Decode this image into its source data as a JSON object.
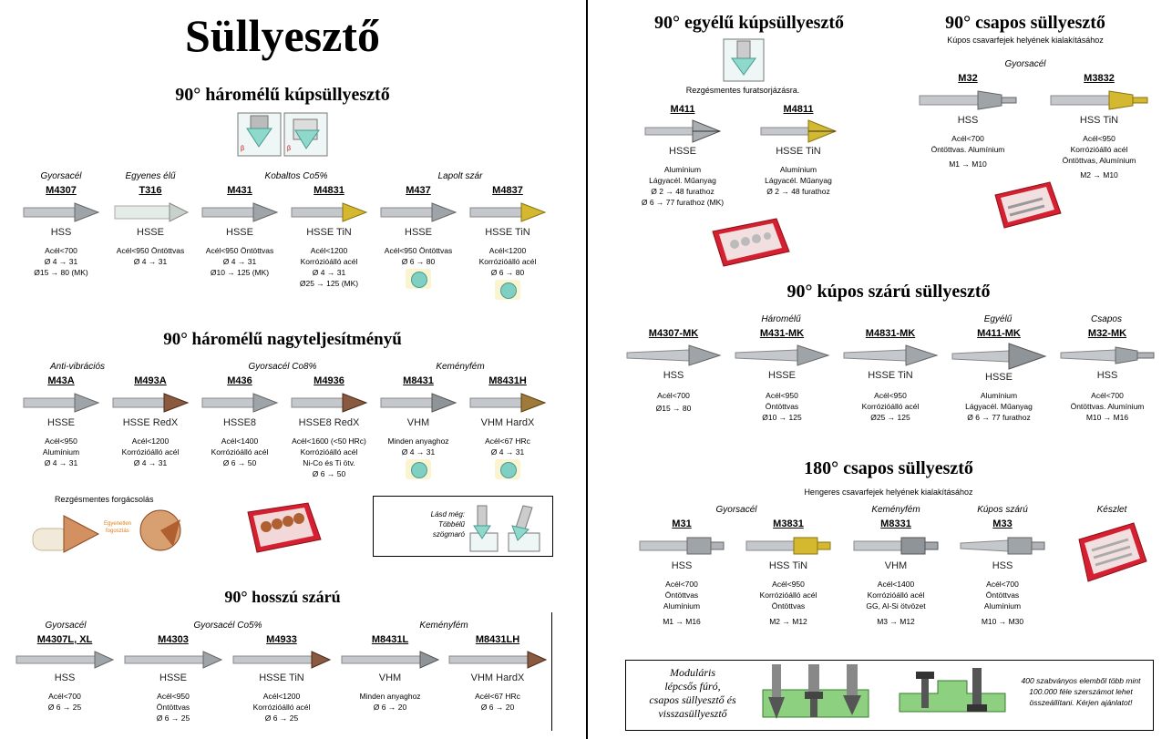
{
  "left": {
    "title": "Süllyesztő",
    "sec1": {
      "title": "90° háromélű kúpsüllyesztő",
      "cats": [
        "Gyorsacél",
        "Egyenes élű",
        "Kobaltos Co5%",
        "Lapolt szár"
      ],
      "items": [
        {
          "code": "M4307",
          "mat": "HSS",
          "specs": [
            "Acél<700",
            "Ø 4 → 31",
            "Ø15 → 80 (MK)"
          ]
        },
        {
          "code": "T316",
          "mat": "HSSE",
          "specs": [
            "Acél<950 Öntöttvas",
            "Ø 4 → 31"
          ]
        },
        {
          "code": "M431",
          "mat": "HSSE",
          "specs": [
            "Acél<950 Öntöttvas",
            "Ø 4 → 31",
            "Ø10 → 125 (MK)"
          ]
        },
        {
          "code": "M4831",
          "mat": "HSSE TiN",
          "specs": [
            "Acél<1200",
            "Korrózióálló acél",
            "Ø 4 → 31",
            "Ø25 → 125 (MK)"
          ]
        },
        {
          "code": "M437",
          "mat": "HSSE",
          "specs": [
            "Acél<950 Öntöttvas",
            "Ø 6 → 80"
          ]
        },
        {
          "code": "M4837",
          "mat": "HSSE TiN",
          "specs": [
            "Acél<1200",
            "Korrózióálló acél",
            "Ø 6 → 80"
          ]
        }
      ]
    },
    "sec2": {
      "title": "90° háromélű nagyteljesítményű",
      "cats": [
        "Anti-vibrációs",
        "Gyorsacél Co8%",
        "Keményfém"
      ],
      "items": [
        {
          "code": "M43A",
          "mat": "HSSE",
          "specs": [
            "Acél<950",
            "Alumínium",
            "Ø 4 → 31"
          ]
        },
        {
          "code": "M493A",
          "mat": "HSSE RedX",
          "specs": [
            "Acél<1200",
            "Korrózióálló acél",
            "Ø 4 → 31"
          ]
        },
        {
          "code": "M436",
          "mat": "HSSE8",
          "specs": [
            "Acél<1400",
            "Korrózióálló acél",
            "Ø 6 → 50"
          ]
        },
        {
          "code": "M4936",
          "mat": "HSSE8 RedX",
          "specs": [
            "Acél<1600  (<50 HRc)",
            "Korrózióálló acél",
            "Ni-Co és Ti ötv.",
            "Ø 6 → 50"
          ]
        },
        {
          "code": "M8431",
          "mat": "VHM",
          "specs": [
            "Minden anyaghoz",
            "Ø 4 → 31"
          ]
        },
        {
          "code": "M8431H",
          "mat": "VHM HardX",
          "specs": [
            "Acél<67 HRc",
            "Ø 4 → 31"
          ]
        }
      ],
      "vib_label": "Rezgésmentes forgácsolás",
      "vib_sub": "Egyenetlen fogosztás",
      "see_also": "Lásd még:\nTöbbélű\nszögmaró"
    },
    "sec3": {
      "title": "90° hosszú szárú",
      "cats": [
        "Gyorsacél",
        "Gyorsacél Co5%",
        "Keményfém"
      ],
      "items": [
        {
          "code": "M4307L, XL",
          "mat": "HSS",
          "specs": [
            "Acél<700",
            "Ø 6 → 25"
          ]
        },
        {
          "code": "M4303",
          "mat": "HSSE",
          "specs": [
            "Acél<950",
            "Öntöttvas",
            "Ø 6 → 25"
          ]
        },
        {
          "code": "M4933",
          "mat": "HSSE TiN",
          "specs": [
            "Acél<1200",
            "Korrózióálló acél",
            "Ø 6 → 25"
          ]
        },
        {
          "code": "M8431L",
          "mat": "VHM",
          "specs": [
            "Minden anyaghoz",
            "Ø 6 → 20"
          ]
        },
        {
          "code": "M8431LH",
          "mat": "VHM HardX",
          "specs": [
            "Acél<67 HRc",
            "Ø 6 → 20"
          ]
        }
      ]
    }
  },
  "right": {
    "egyelu": {
      "title": "90° egyélű kúpsüllyesztő",
      "note": "Rezgésmentes furatsorjázásra.",
      "items": [
        {
          "code": "M411",
          "mat": "HSSE",
          "specs": [
            "Alumínium",
            "Lágyacél. Műanyag",
            "Ø 2 → 48 furathoz",
            "Ø 6 → 77 furathoz (MK)"
          ]
        },
        {
          "code": "M4811",
          "mat": "HSSE TiN",
          "specs": [
            "Alumínium",
            "Lágyacél. Műanyag",
            "Ø 2 → 48 furathoz"
          ]
        }
      ]
    },
    "csapos": {
      "title": "90° csapos süllyesztő",
      "sub": "Kúpos csavarfejek helyének kialakításához",
      "cat": "Gyorsacél",
      "items": [
        {
          "code": "M32",
          "mat": "HSS",
          "specs": [
            "Acél<700",
            "Öntöttvas. Alumínium",
            "M1 → M10"
          ]
        },
        {
          "code": "M3832",
          "mat": "HSS TiN",
          "specs": [
            "Acél<950",
            "Korrózióálló acél",
            "Öntöttvas, Alumínium",
            "M2 → M10"
          ]
        }
      ]
    },
    "kupos": {
      "title": "90° kúpos szárú süllyesztő",
      "cats": [
        "Háromélű",
        "Egyélű",
        "Csapos"
      ],
      "items": [
        {
          "code": "M4307-MK",
          "mat": "HSS",
          "specs": [
            "Acél<700",
            "Ø15 → 80"
          ]
        },
        {
          "code": "M431-MK",
          "mat": "HSSE",
          "specs": [
            "Acél<950",
            "Öntöttvas",
            "Ø10 → 125"
          ]
        },
        {
          "code": "M4831-MK",
          "mat": "HSSE TiN",
          "specs": [
            "Acél<950",
            "Korrózióálló acél",
            "Ø25 → 125"
          ]
        },
        {
          "code": "M411-MK",
          "mat": "HSSE",
          "specs": [
            "Alumínium",
            "Lágyacél. Műanyag",
            "Ø 6 → 77 furathoz"
          ]
        },
        {
          "code": "M32-MK",
          "mat": "HSS",
          "specs": [
            "Acél<700",
            "Öntöttvas. Alumínium",
            "M10 → M16"
          ]
        }
      ]
    },
    "csapos180": {
      "title": "180° csapos süllyesztő",
      "sub": "Hengeres csavarfejek helyének kialakításához",
      "cats": [
        "Gyorsacél",
        "Keményfém",
        "Kúpos szárú",
        "Készlet"
      ],
      "items": [
        {
          "code": "M31",
          "mat": "HSS",
          "specs": [
            "Acél<700",
            "Öntöttvas",
            "Alumínium",
            "M1 → M16"
          ]
        },
        {
          "code": "M3831",
          "mat": "HSS TiN",
          "specs": [
            "Acél<950",
            "Korrózióálló acél",
            "Öntöttvas",
            "M2 → M12"
          ]
        },
        {
          "code": "M8331",
          "mat": "VHM",
          "specs": [
            "Acél<1400",
            "Korrózióálló acél",
            "GG, Al-Si ötvözet",
            "M3 → M12"
          ]
        },
        {
          "code": "M33",
          "mat": "HSS",
          "specs": [
            "Acél<700",
            "Öntöttvas",
            "Alumínium",
            "M10 → M30"
          ]
        }
      ]
    },
    "footer": {
      "left": "Moduláris\nlépcsős fúró,\ncsapos süllyesztő és\nvisszasüllyesztő",
      "right": "400 szabványos elemből több mint 100.000 féle szerszámot lehet összeállítani. Kérjen ajánlatot!"
    }
  },
  "colors": {
    "hss": "#b8bcc0",
    "tin": "#d4b830",
    "redx": "#8a5a40",
    "case": "#d42030",
    "coat": "#7fd0c2"
  }
}
